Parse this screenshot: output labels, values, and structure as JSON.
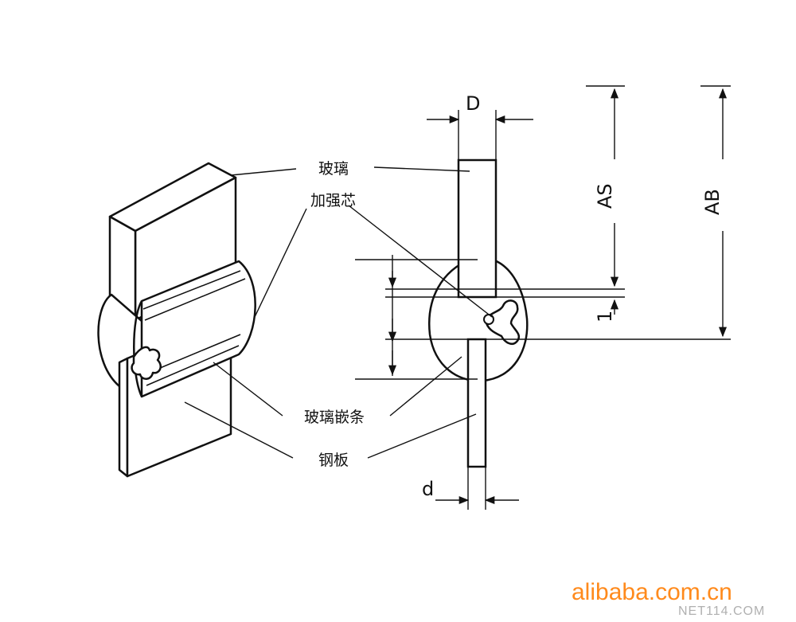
{
  "labels": {
    "glass": "玻璃",
    "core": "加强芯",
    "strip": "玻璃嵌条",
    "steel": "钢板"
  },
  "dimensions": {
    "D": "D",
    "d": "d",
    "AS": "AS",
    "AB": "AB",
    "one": "1"
  },
  "watermark": {
    "brand": "alibaba.com.cn",
    "site": "NET114.COM"
  },
  "colors": {
    "line": "#111111",
    "watermark": "#ff8a1c"
  }
}
